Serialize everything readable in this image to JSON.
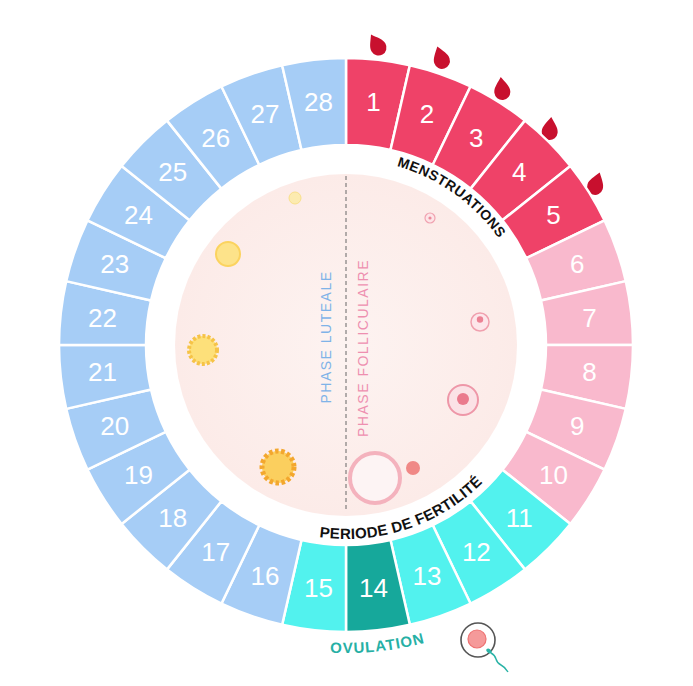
{
  "diagram": {
    "nodes": [
      {
        "text": [
          "1"
        ]
      },
      {
        "text": [
          "2"
        ]
      },
      {
        "text": [
          "3"
        ]
      },
      {
        "text": [
          "4"
        ]
      },
      {
        "text": [
          "5"
        ]
      },
      {
        "text": [
          "6"
        ]
      },
      {
        "text": [
          "7"
        ]
      },
      {
        "text": [
          "8"
        ]
      },
      {
        "text": [
          "9"
        ]
      },
      {
        "text": [
          "10"
        ]
      },
      {
        "text": [
          "11"
        ]
      },
      {
        "text": [
          "12"
        ]
      },
      {
        "text": [
          "13"
        ]
      },
      {
        "text": [
          "14"
        ]
      },
      {
        "text": [
          "15"
        ]
      },
      {
        "text": [
          "16"
        ]
      },
      {
        "text": [
          "17"
        ]
      },
      {
        "text": [
          "18"
        ]
      },
      {
        "text": [
          "19"
        ]
      },
      {
        "text": [
          "20"
        ]
      },
      {
        "text": [
          "21"
        ]
      },
      {
        "text": [
          "22"
        ]
      },
      {
        "text": [
          "23"
        ]
      },
      {
        "text": [
          "24"
        ]
      },
      {
        "text": [
          "25"
        ]
      },
      {
        "text": [
          "26"
        ]
      },
      {
        "text": [
          "27"
        ]
      },
      {
        "text": [
          "28"
        ]
      }
    ],
    "labels": [
      "MENSTRUATIONS",
      "PHASE LUTEALE",
      "PHASE FOLLICULAIRE",
      "PERIODE DE FERTILITÉ",
      "OVULATION"
    ]
  }
}
